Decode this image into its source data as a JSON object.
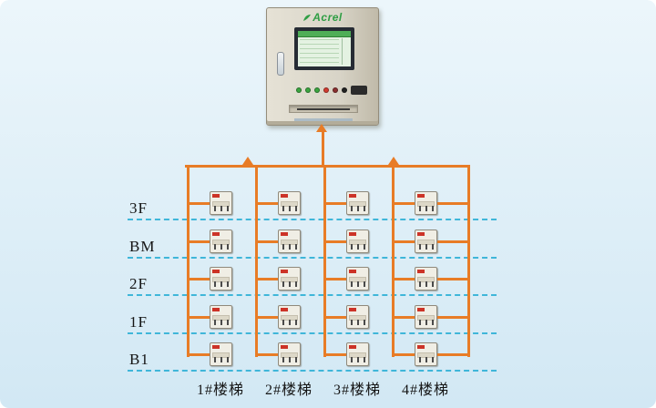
{
  "cabinet": {
    "brand": "Acrel"
  },
  "floor_labels": [
    "3F",
    "BM",
    "2F",
    "1F",
    "B1"
  ],
  "column_labels": [
    "1#楼梯",
    "2#楼梯",
    "3#楼梯",
    "4#楼梯"
  ],
  "grid": {
    "rows": 5,
    "columns": 4
  },
  "indicator_lights": [
    "#3aa63f",
    "#3aa63f",
    "#3aa63f",
    "#d23b2f",
    "#8b2f2f",
    "#222222"
  ],
  "colors": {
    "bus": "#e87c26",
    "dash": "#3fb6d9",
    "brand_green": "#2f9e44",
    "bg_top": "#ecf6fb",
    "bg_bottom": "#d2e8f4"
  }
}
